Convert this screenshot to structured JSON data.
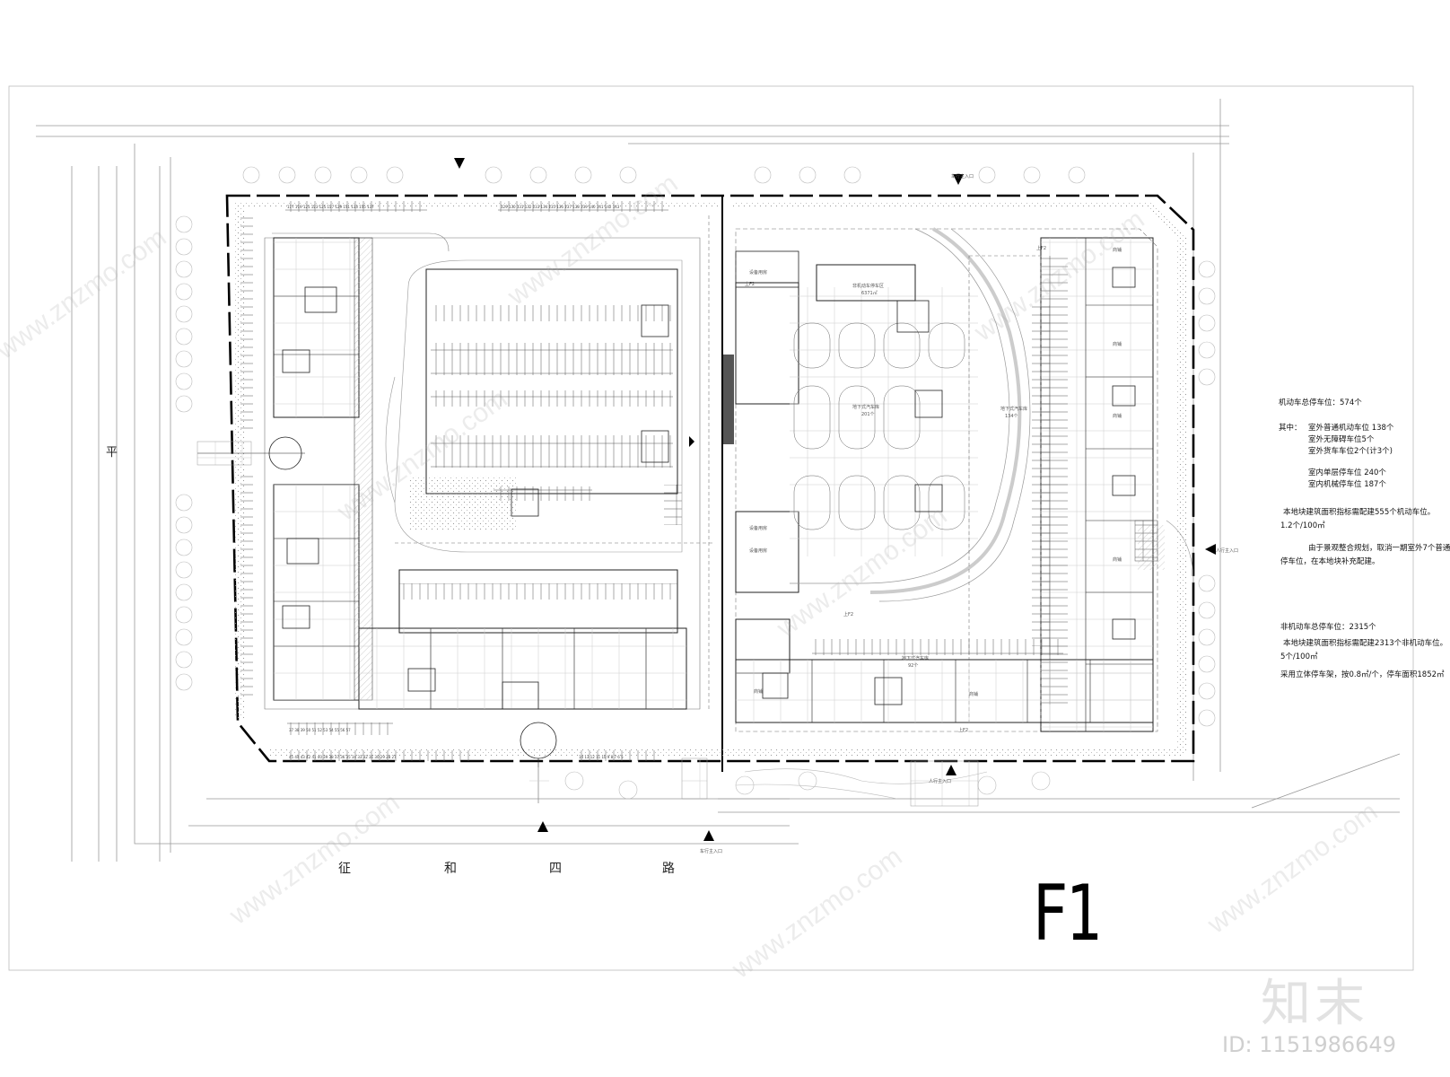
{
  "road_name_chars": [
    "征",
    "和",
    "四",
    "路"
  ],
  "west_road_char": "平",
  "sheet_title": "F1",
  "notes": {
    "motor_total": "机动车总停车位：574个",
    "among_label": "其中：",
    "motor_items": [
      "室外普通机动车位 138个",
      "室外无障碍车位5个",
      "室外货车车位2个(计3个)",
      "室内单层停车位 240个",
      "室内机械停车位 187个"
    ],
    "motor_requirement": "本地块建筑面积指标需配建555个机动车位。",
    "motor_ratio": "1.2个/100㎡",
    "motor_remark_1": "由于景观整合规划，取消一期室外7个普通",
    "motor_remark_2": "停车位，在本地块补充配建。",
    "nonmotor_total": "非机动车总停车位：2315个",
    "nonmotor_requirement": "本地块建筑面积指标需配建2313个非机动车位。",
    "nonmotor_ratio": "5个/100㎡",
    "nonmotor_rack": "采用立体停车架，按0.8㎡/个，停车面积1852㎡"
  },
  "plan_labels": {
    "vehicle_entrance_south": "车行主入口",
    "vehicle_entrance_north": "车行主入口",
    "pedestrian_entrance_south": "人行主入口",
    "pedestrian_entrance_east": "人行主入口",
    "nonmotor_parking_area": "非机动车停车区",
    "area_6371": "6371㎡",
    "motor_garage_201": "地下式汽车库",
    "count_201": "201个",
    "motor_garage_134": "地下式汽车库",
    "count_134": "134个",
    "motor_garage_92": "地下式汽车库",
    "count_92": "92个",
    "shop": "商铺",
    "equipment_room": "设备用房",
    "ramp_up": "上F2"
  },
  "watermark_text": "www.znzmo.com",
  "logo_text": "知末",
  "id_label": "ID: 1151986649",
  "colors": {
    "ink": "#111111",
    "line": "#333333",
    "hatch": "#bbbbbb",
    "watermark": "#aaaaaa"
  }
}
